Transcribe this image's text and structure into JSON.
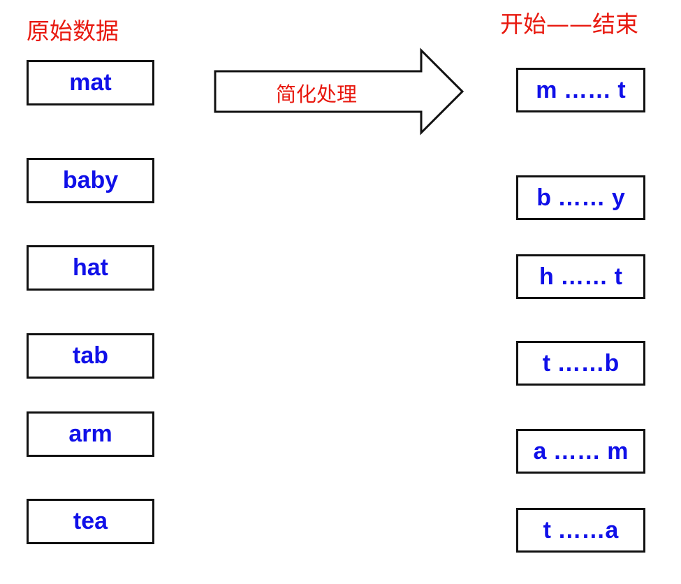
{
  "titles": {
    "left": "原始数据",
    "right": "开始——结束"
  },
  "arrow_label": "简化处理",
  "original": [
    "mat",
    "baby",
    "hat",
    "tab",
    "arm",
    "tea"
  ],
  "simplified": [
    "m …… t",
    "b …… y",
    "h …… t",
    "t ……b",
    "a …… m",
    "t ……a"
  ]
}
